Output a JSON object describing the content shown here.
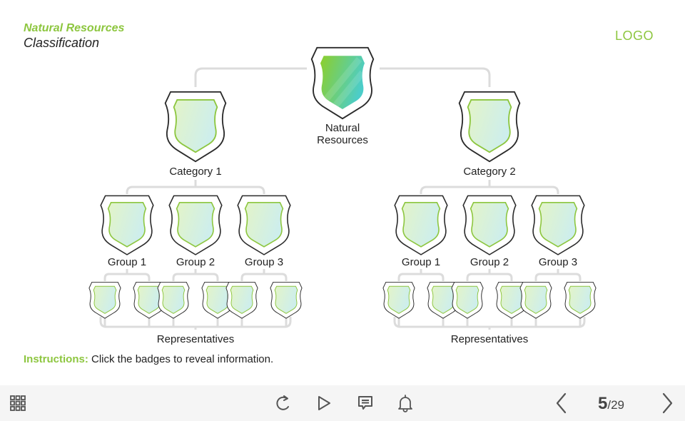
{
  "header": {
    "title": "Natural Resources",
    "subtitle": "Classification",
    "logo": "LOGO"
  },
  "colors": {
    "accent_green": "#8dc63f",
    "accent_teal": "#4fc9c4",
    "connector": "#dcdcdc",
    "badge_outline": "#333333",
    "footer_bg": "#f5f5f5",
    "icon": "#555555"
  },
  "tree": {
    "root": {
      "label": "Natural Resources",
      "icon": "shield-badge-icon"
    },
    "categories": [
      {
        "label": "Category 1",
        "groups": [
          {
            "label": "Group 1",
            "representatives": 2
          },
          {
            "label": "Group 2",
            "representatives": 2
          },
          {
            "label": "Group 3",
            "representatives": 2
          }
        ],
        "representatives_label": "Representatives"
      },
      {
        "label": "Category 2",
        "groups": [
          {
            "label": "Group 1",
            "representatives": 2
          },
          {
            "label": "Group 2",
            "representatives": 2
          },
          {
            "label": "Group 3",
            "representatives": 2
          }
        ],
        "representatives_label": "Representatives"
      }
    ]
  },
  "instructions": {
    "label": "Instructions:",
    "text": " Click the badges to reveal information."
  },
  "footer": {
    "menu_icon": "grid-menu-icon",
    "controls": [
      {
        "name": "replay",
        "icon": "replay-icon"
      },
      {
        "name": "play",
        "icon": "play-icon"
      },
      {
        "name": "notes",
        "icon": "comment-icon"
      },
      {
        "name": "notifications",
        "icon": "bell-icon"
      }
    ],
    "prev_icon": "chevron-left-icon",
    "next_icon": "chevron-right-icon",
    "current_page": "5",
    "total_pages": "/29"
  }
}
